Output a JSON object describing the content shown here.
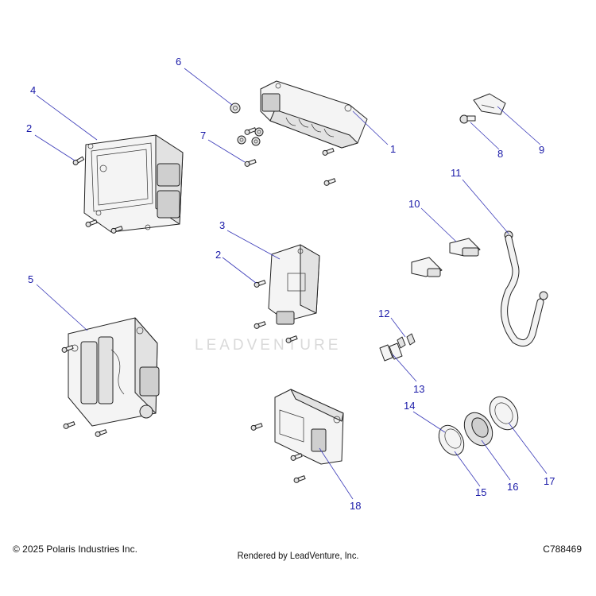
{
  "watermark": "LEADVENTURE",
  "footer": {
    "copyright": "© 2025 Polaris Industries Inc.",
    "rendered_by": "Rendered by LeadVenture, Inc.",
    "diagram_id": "C788469"
  },
  "callouts": {
    "c1": "1",
    "c2a": "2",
    "c2b": "2",
    "c3": "3",
    "c4": "4",
    "c5": "5",
    "c6": "6",
    "c7": "7",
    "c8": "8",
    "c9": "9",
    "c10": "10",
    "c11": "11",
    "c12": "12",
    "c13": "13",
    "c14": "14",
    "c15": "15",
    "c16": "16",
    "c17": "17",
    "c18": "18"
  },
  "colors": {
    "callout": "#1a1aa8",
    "leader": "#3a3ab8",
    "line": "#222222"
  }
}
